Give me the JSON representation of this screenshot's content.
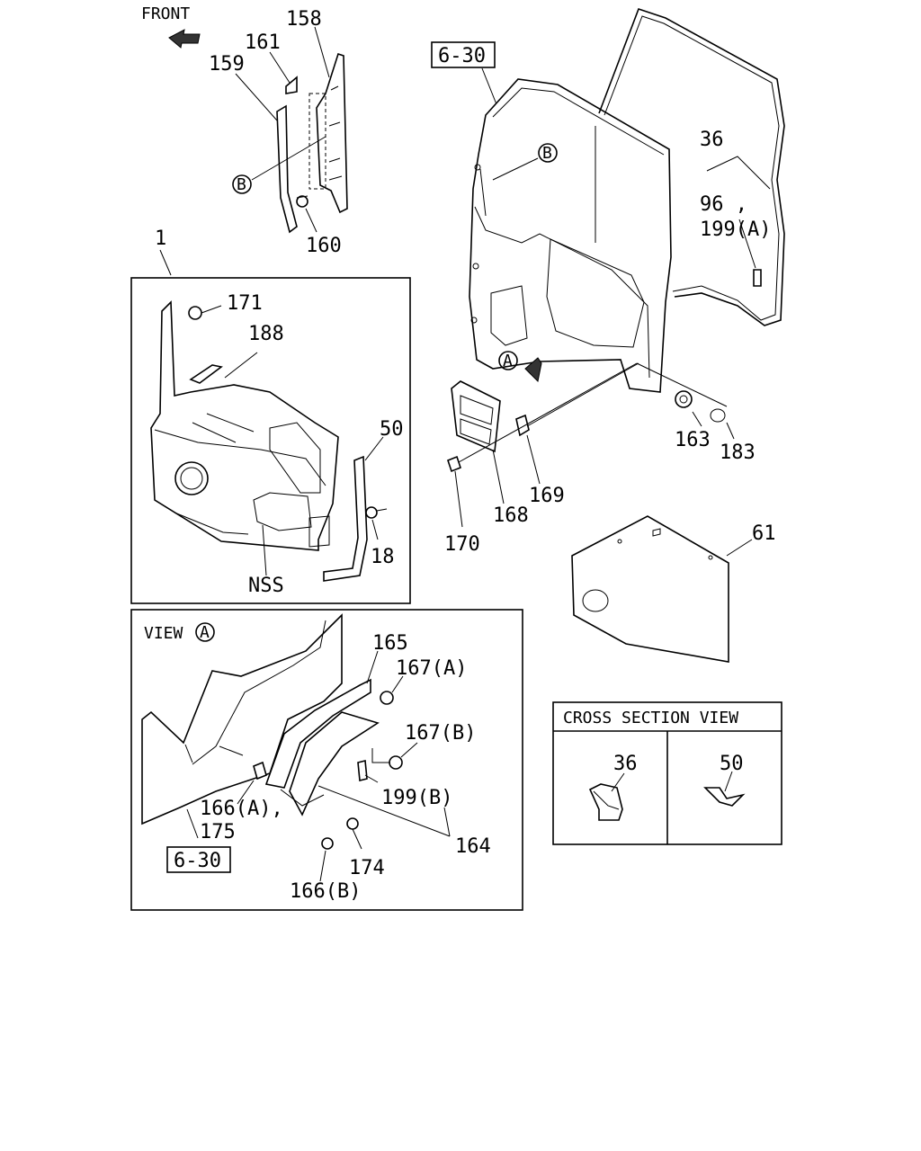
{
  "front_label": "FRONT",
  "view_a_label": "VIEW",
  "view_a_circle": "A",
  "cross_section_title": "CROSS SECTION VIEW",
  "ref_boxes": [
    "6-30",
    "6-30"
  ],
  "circle_markers": [
    "B",
    "B",
    "A"
  ],
  "callouts": {
    "c158": "158",
    "c161": "161",
    "c159": "159",
    "c160": "160",
    "c1": "1",
    "c171": "171",
    "c188": "188",
    "c50": "50",
    "c18": "18",
    "nss": "NSS",
    "c36": "36",
    "c96": "96 ,",
    "c199a": "199(A)",
    "c163": "163",
    "c183": "183",
    "c169": "169",
    "c168": "168",
    "c170": "170",
    "c61": "61",
    "c165": "165",
    "c167a": "167(A)",
    "c167b": "167(B)",
    "c199b": "199(B)",
    "c166a": "166(A),",
    "c175": "175",
    "c164": "164",
    "c174": "174",
    "c166b": "166(B)",
    "cs36": "36",
    "cs50": "50"
  }
}
